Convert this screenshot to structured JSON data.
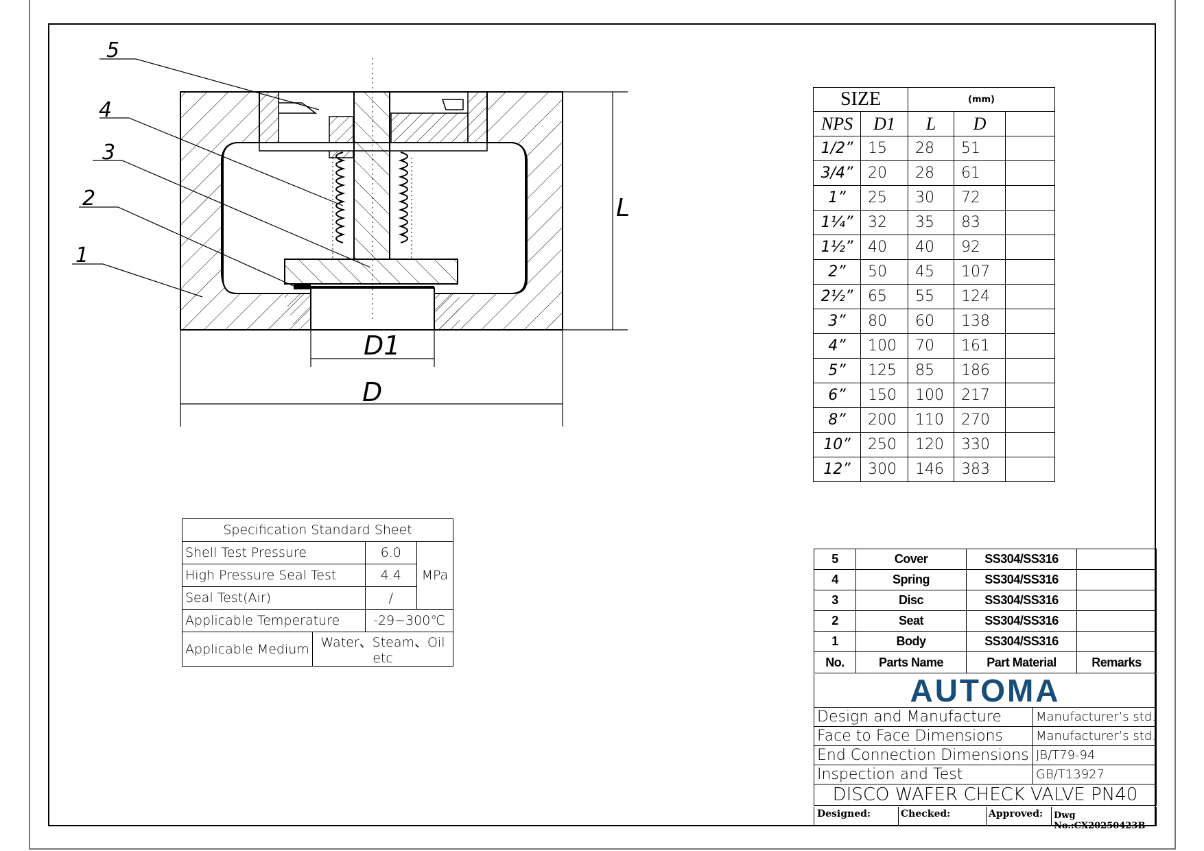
{
  "drawing": {
    "callouts": [
      "5",
      "4",
      "3",
      "2",
      "1"
    ],
    "dim_L": "L",
    "dim_D1": "D1",
    "dim_D": "D"
  },
  "size_table": {
    "size_header": "SIZE",
    "unit_header": "(mm)",
    "columns": [
      "NPS",
      "D1",
      "L",
      "D"
    ],
    "rows": [
      [
        "1/2”",
        "15",
        "28",
        "51"
      ],
      [
        "3/4”",
        "20",
        "28",
        "61"
      ],
      [
        "1”",
        "25",
        "30",
        "72"
      ],
      [
        "1¼”",
        "32",
        "35",
        "83"
      ],
      [
        "1½”",
        "40",
        "40",
        "92"
      ],
      [
        "2”",
        "50",
        "45",
        "107"
      ],
      [
        "2½”",
        "65",
        "55",
        "124"
      ],
      [
        "3”",
        "80",
        "60",
        "138"
      ],
      [
        "4”",
        "100",
        "70",
        "161"
      ],
      [
        "5”",
        "125",
        "85",
        "186"
      ],
      [
        "6”",
        "150",
        "100",
        "217"
      ],
      [
        "8”",
        "200",
        "110",
        "270"
      ],
      [
        "10”",
        "250",
        "120",
        "330"
      ],
      [
        "12”",
        "300",
        "146",
        "383"
      ]
    ]
  },
  "spec_sheet": {
    "title": "Specification Standard Sheet",
    "shell_test_label": "Shell Test Pressure",
    "shell_test_value": "6.0",
    "hp_seal_label": "High Pressure Seal Test",
    "hp_seal_value": "4.4",
    "pressure_unit": "MPa",
    "air_seal_label": "Seal Test(Air)",
    "air_seal_value": "/",
    "temp_label": "Applicable Temperature",
    "temp_value": "-29~300℃",
    "medium_label": "Applicable Medium",
    "medium_value": "Water、Steam、Oil etc"
  },
  "parts": {
    "rows": [
      [
        "5",
        "Cover",
        "SS304/SS316",
        ""
      ],
      [
        "4",
        "Spring",
        "SS304/SS316",
        ""
      ],
      [
        "3",
        "Disc",
        "SS304/SS316",
        ""
      ],
      [
        "2",
        "Seat",
        "SS304/SS316",
        ""
      ],
      [
        "1",
        "Body",
        "SS304/SS316",
        ""
      ]
    ],
    "header": [
      "No.",
      "Parts Name",
      "Part Material",
      "Remarks"
    ]
  },
  "logo": {
    "text": "AUTOMA",
    "color": "#174d79"
  },
  "standards": {
    "rows": [
      [
        "Design and Manufacture",
        "Manufacturer’s std."
      ],
      [
        "Face to Face Dimensions",
        "Manufacturer’s std."
      ],
      [
        "End Connection Dimensions",
        "JB/T79-94"
      ],
      [
        "Inspection and Test",
        "GB/T13927"
      ]
    ],
    "product_title": "DISCO WAFER CHECK VALVE PN40"
  },
  "signature": {
    "designed": "Designed:",
    "checked": "Checked:",
    "approved": "Approved:",
    "dwg_no": "Dwg No.:CX20250423B"
  }
}
